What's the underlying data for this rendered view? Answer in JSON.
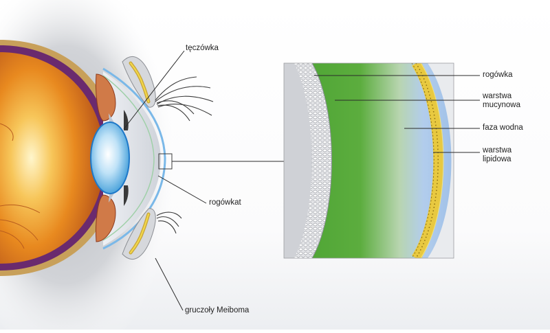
{
  "labels": {
    "teczowka": "tęczówka",
    "rogowkat": "rogówkat",
    "gruczoly": "gruczoły Meiboma",
    "rogowka": "rogówka",
    "mucynowa_1": "warstwa",
    "mucynowa_2": "mucynowa",
    "faza_wodna": "faza wodna",
    "lipidowa_1": "warstwa",
    "lipidowa_2": "lipidowa"
  },
  "colors": {
    "eyeball_orange": "#e8891f",
    "eyeball_glow": "#fff6cc",
    "sclera_purple": "#6a2a6e",
    "lens_blue": "#7ec4ef",
    "mucin_green": "#4aa232",
    "aqueous_blue": "#a9c8ec",
    "lipid_yellow": "#f2d84a",
    "cornea_grey": "#c9cbd0",
    "leader_line": "#2a2a2a"
  }
}
